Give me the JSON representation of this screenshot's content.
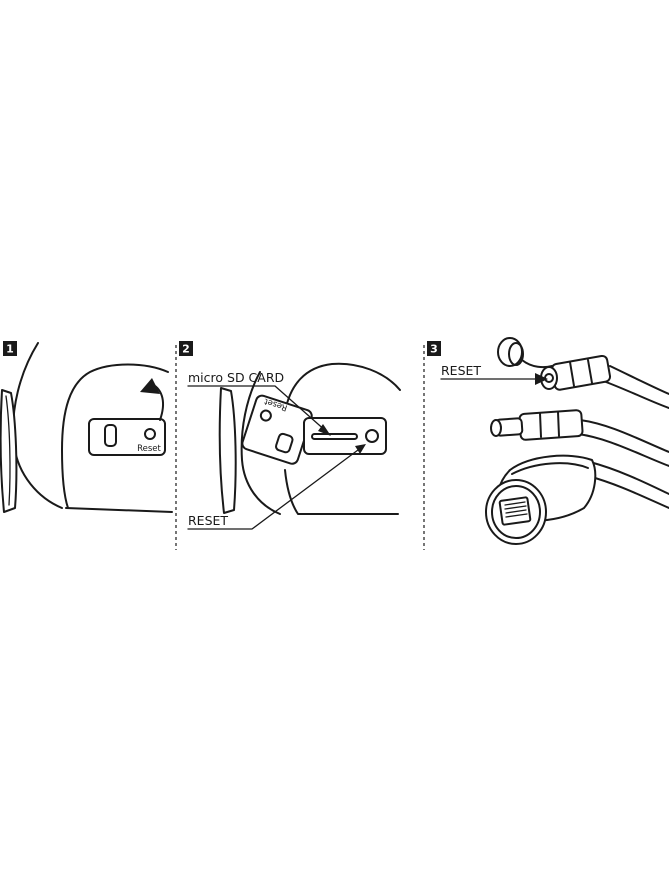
{
  "steps": [
    {
      "number": "1",
      "reset_text": "Reset"
    },
    {
      "number": "2",
      "sd_label": "micro SD CARD",
      "reset_label": "RESET",
      "cover_text": "Reset"
    },
    {
      "number": "3",
      "reset_label": "RESET"
    }
  ]
}
